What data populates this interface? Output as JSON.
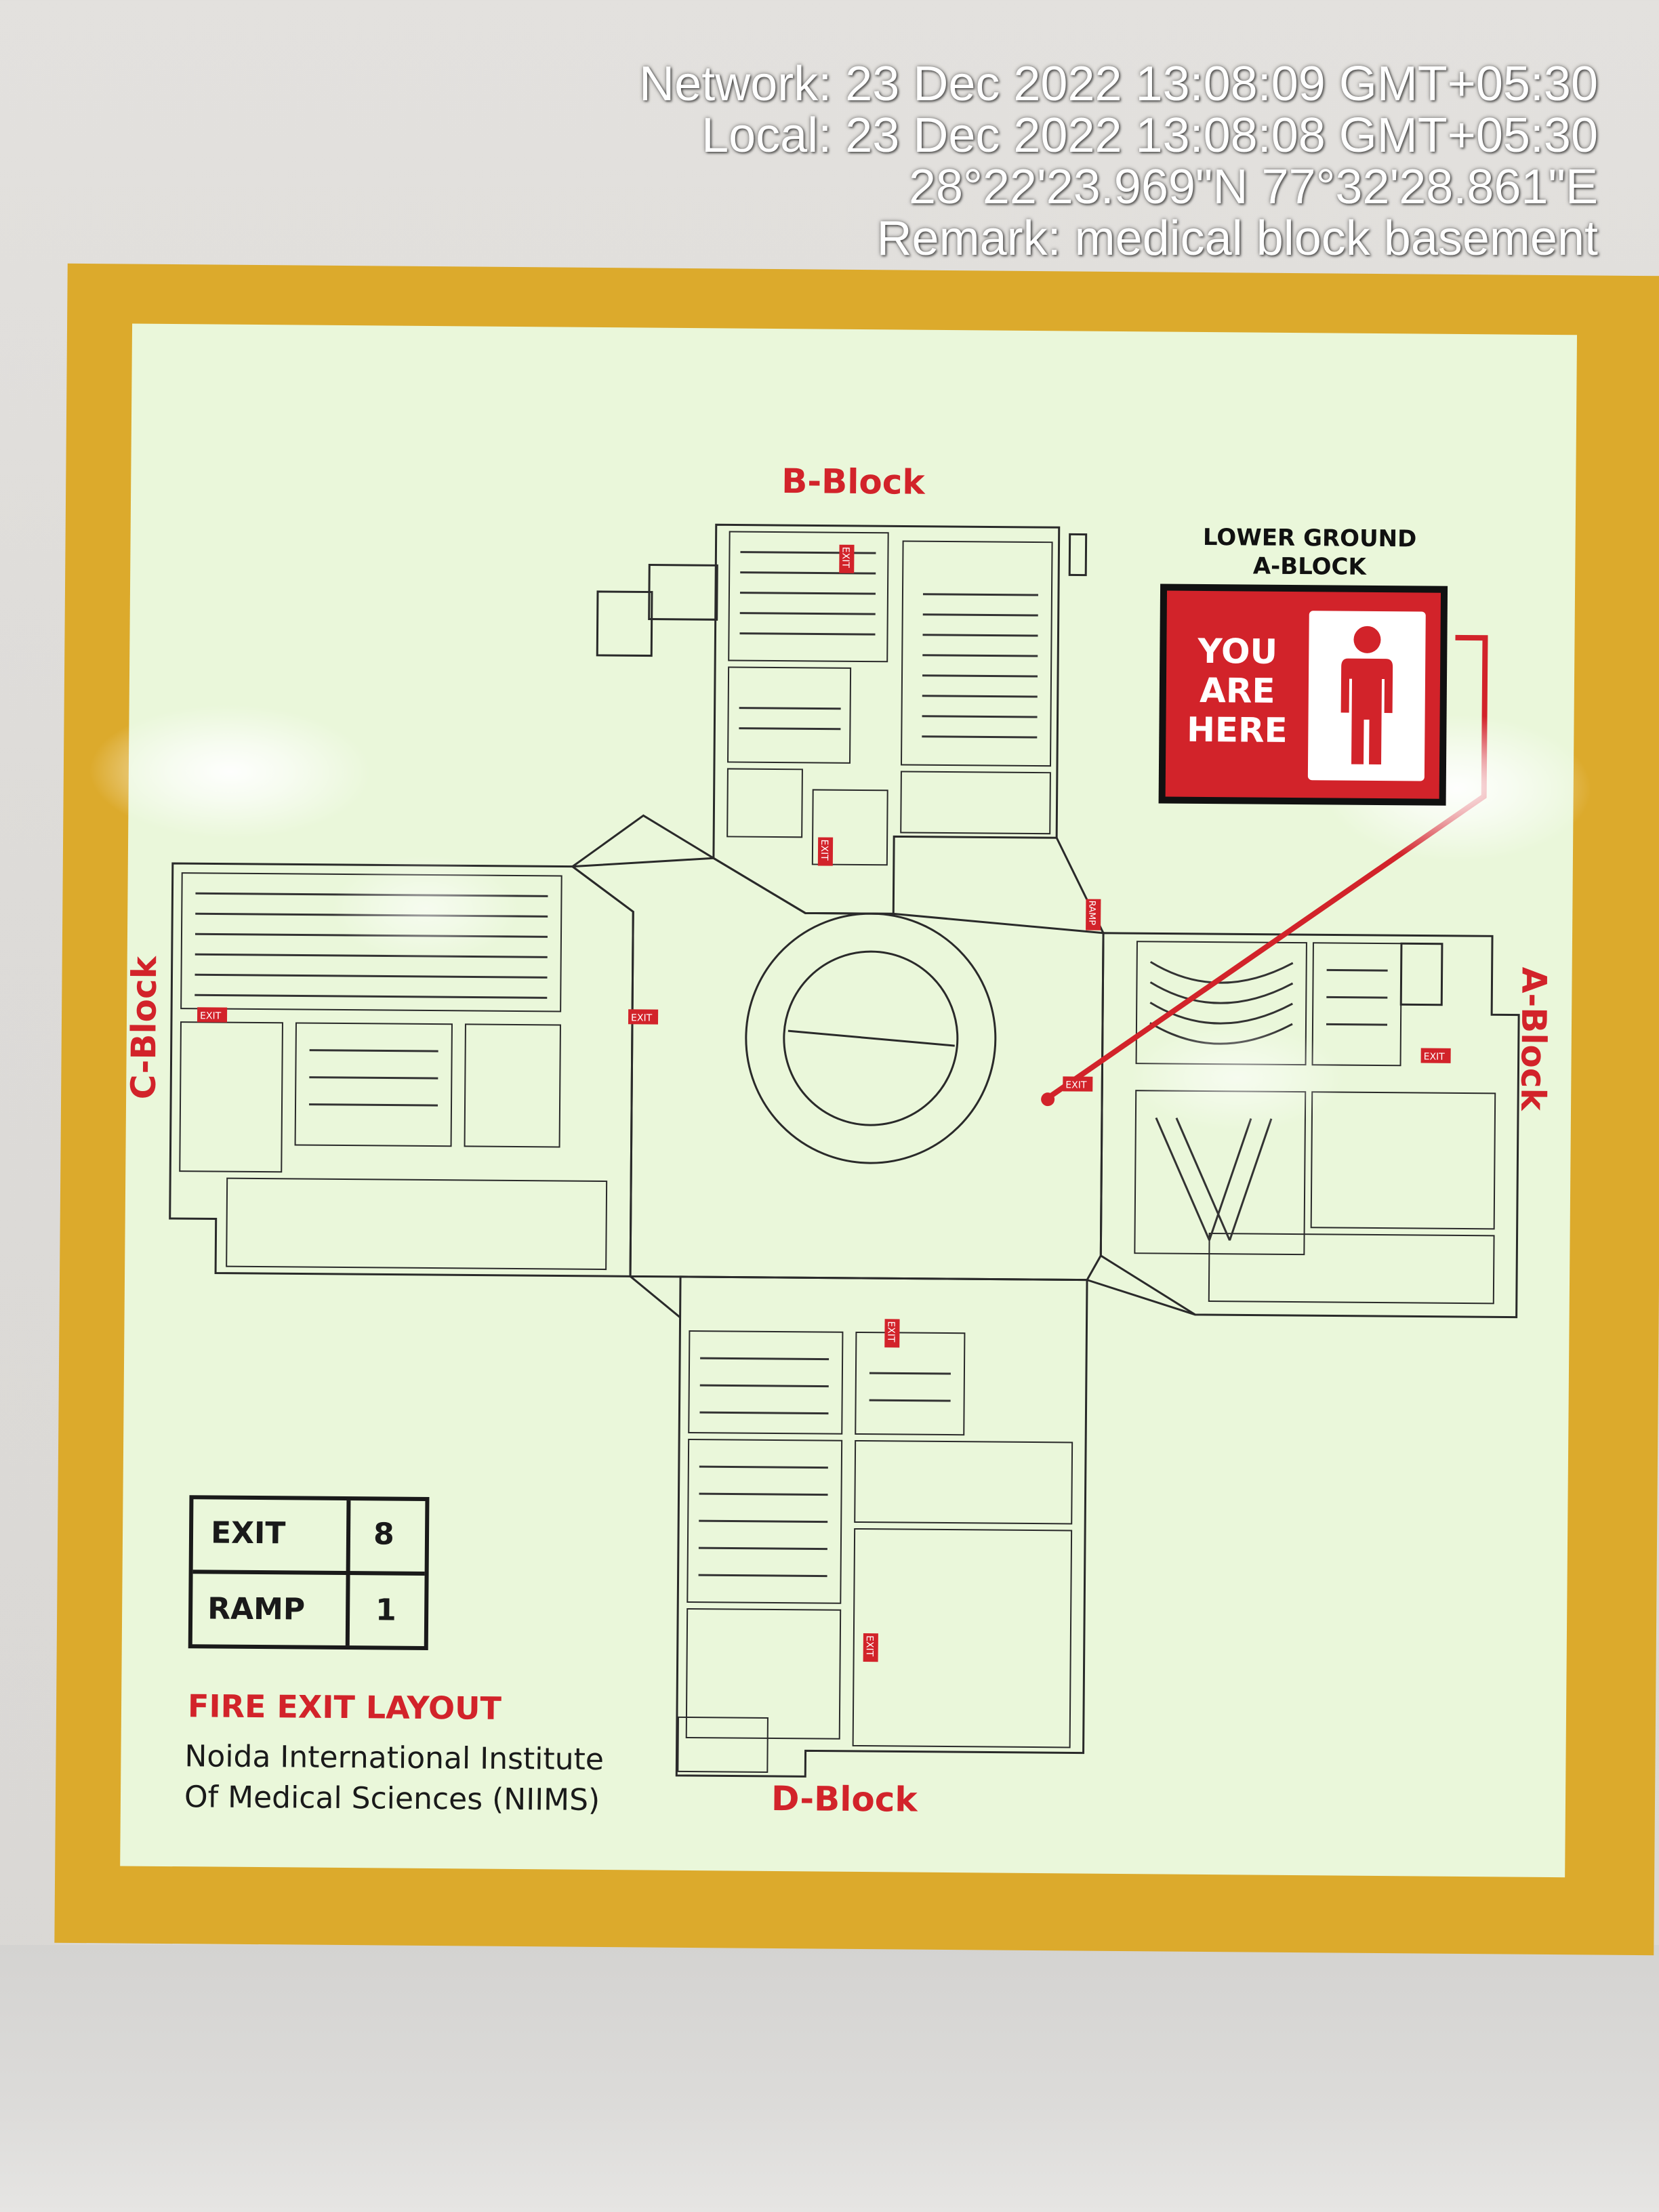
{
  "photo_stamp": {
    "network": "Network: 23 Dec 2022 13:08:09 GMT+05:30",
    "local": "Local: 23 Dec 2022 13:08:08 GMT+05:30",
    "coordinates": "28°22'23.969\"N 77°32'28.861\"E",
    "remark": "Remark: medical block basement"
  },
  "sign": {
    "blocks": {
      "b": "B-Block",
      "c": "C-Block",
      "a": "A-Block",
      "d": "D-Block"
    },
    "floor_label_line1": "LOWER GROUND",
    "floor_label_line2": "A-BLOCK",
    "you_are_here": [
      "YOU",
      "ARE",
      "HERE"
    ],
    "legend": [
      {
        "label": "EXIT",
        "count": "8"
      },
      {
        "label": "RAMP",
        "count": "1"
      }
    ],
    "exit_marker": "EXIT",
    "ramp_marker": "RAMP",
    "title": "FIRE EXIT LAYOUT",
    "institute_line1": "Noida International Institute",
    "institute_line2": "Of Medical Sciences (NIIMS)",
    "colors": {
      "frame": "#dcaa2c",
      "panel": "#eaf7da",
      "accent_red": "#d2232a",
      "line": "#2a2a2a"
    }
  }
}
